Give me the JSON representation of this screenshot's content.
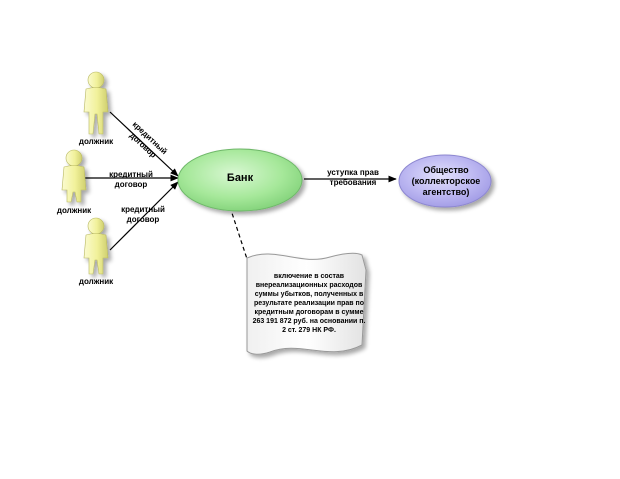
{
  "nodes": {
    "bank": {
      "label": "Банк"
    },
    "society": {
      "line1": "Общество",
      "line2": "(коллекторское",
      "line3": "агентство)"
    }
  },
  "persons": [
    {
      "label": "должник"
    },
    {
      "label": "должник"
    },
    {
      "label": "должник"
    }
  ],
  "edges": {
    "debtor1": {
      "line1": "кредитный",
      "line2": "договор"
    },
    "debtor2": {
      "line1": "кредитный",
      "line2": "договор"
    },
    "debtor3": {
      "line1": "кредитный",
      "line2": "договор"
    },
    "assignment": {
      "line1": "уступка прав",
      "line2": "требования"
    }
  },
  "note": {
    "text": "включение в состав внереализационных расходов суммы убытков, полученных в результате реализации прав по кредитным договорам в сумме 263 191 872 руб. на основании п. 2 ст. 279 НК РФ."
  },
  "colors": {
    "bank_fill": "#99e699",
    "society_fill": "#b7b3f0",
    "person_fill": "#f2f2a0"
  }
}
